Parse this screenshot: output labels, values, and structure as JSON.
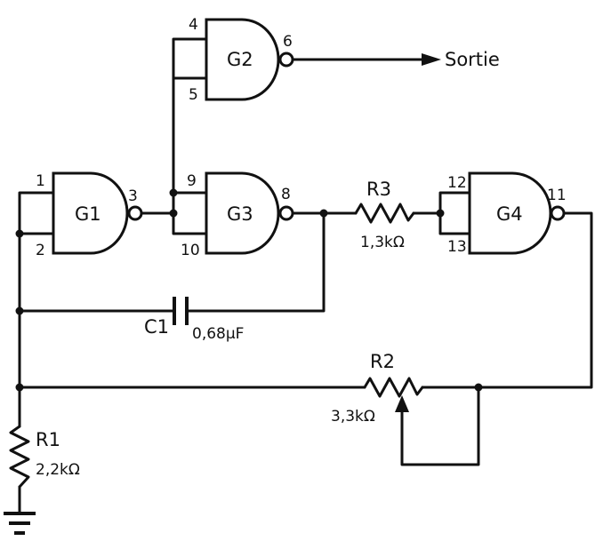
{
  "gates": {
    "g1": {
      "name": "G1",
      "pin_a": "1",
      "pin_b": "2",
      "pin_out": "3"
    },
    "g2": {
      "name": "G2",
      "pin_a": "4",
      "pin_b": "5",
      "pin_out": "6"
    },
    "g3": {
      "name": "G3",
      "pin_a": "9",
      "pin_b": "10",
      "pin_out": "8"
    },
    "g4": {
      "name": "G4",
      "pin_a": "12",
      "pin_b": "13",
      "pin_out": "11"
    }
  },
  "output_label": "Sortie",
  "components": {
    "r1": {
      "ref": "R1",
      "value": "2,2kΩ"
    },
    "r2": {
      "ref": "R2",
      "value": "3,3kΩ"
    },
    "r3": {
      "ref": "R3",
      "value": "1,3kΩ"
    },
    "c1": {
      "ref": "C1",
      "value": "0,68μF"
    }
  }
}
